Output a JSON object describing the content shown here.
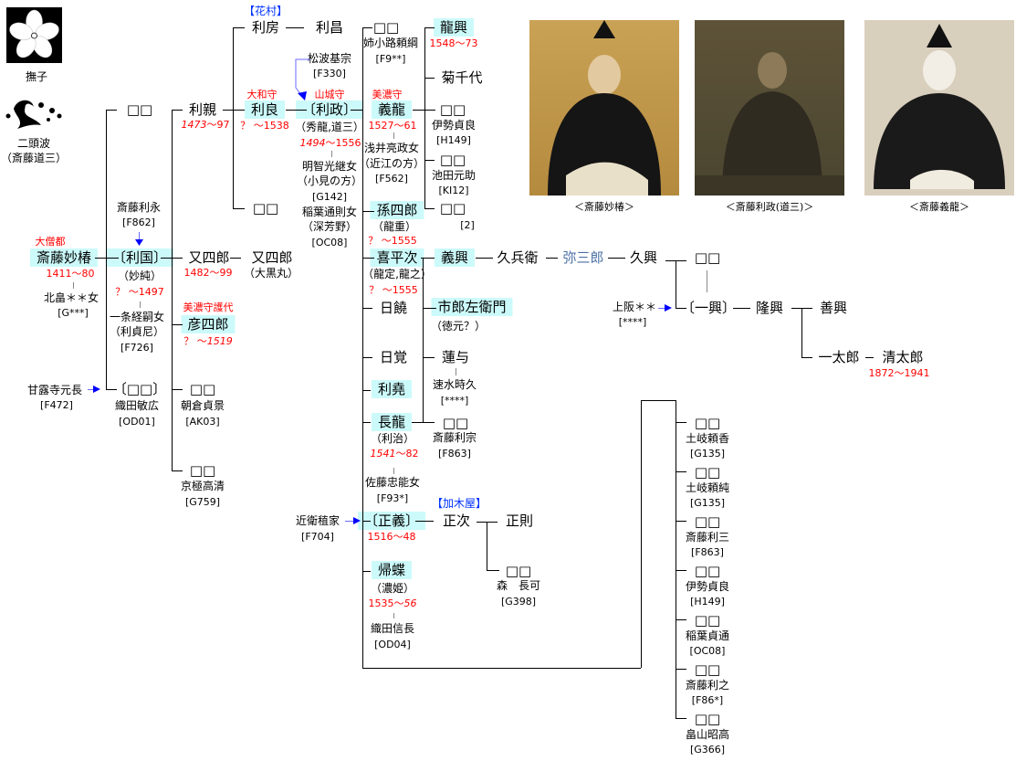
{
  "crests": {
    "nadeshiko": "撫子",
    "nitouha": "二頭波",
    "nitouha_note": "（斎藤道三）"
  },
  "portraits": {
    "myochin": "＜斎藤妙椿＞",
    "toshimasa": "＜斎藤利政(道三)＞",
    "yoshitatsu": "＜斎藤義龍＞"
  },
  "colors": {
    "highlight": "#ccfafa",
    "title_red": "#ff0000",
    "house_blue": "#0033ff"
  },
  "p": {
    "myochin": {
      "title": "大僧都",
      "name": "斎藤妙椿",
      "life": "1411〜80",
      "spouse": "北畠＊＊女",
      "spouse_code": "[G***]"
    },
    "kanroji": {
      "name": "甘露寺元長",
      "code": "[F472]"
    },
    "a_unk": {
      "name": "□□"
    },
    "toshinaga": {
      "name": "斎藤利永",
      "code": "[F862]"
    },
    "toshikuni": {
      "name": "〔利国〕",
      "alias": "（妙純）",
      "life": "？ 〜1497",
      "spouse": "一条経嗣女",
      "spouse_alias": "（利貞尼）",
      "spouse_code": "[F726]"
    },
    "b_unk": {
      "name": "〔□□〕",
      "spouse": "織田敏広",
      "spouse_code": "[OD01]"
    },
    "toshichika": {
      "name": "利親",
      "life_b": "1473",
      "life_d": "〜97"
    },
    "matashiro1": {
      "name": "又四郎",
      "life": "1482〜99"
    },
    "matashiro2": {
      "name": "又四郎",
      "alias": "（大黒丸）"
    },
    "hikoshiro": {
      "title": "美濃守護代",
      "name": "彦四郎",
      "life_b": "？ 〜",
      "life_d": "1519"
    },
    "c_unk1": {
      "name": "□□",
      "spouse": "朝倉貞景",
      "spouse_code": "[AK03]"
    },
    "c_unk2": {
      "name": "□□",
      "spouse": "京極高清",
      "spouse_code": "[G759]"
    },
    "hanamura": {
      "house": "【花村】"
    },
    "tosifusa": {
      "name": "利房"
    },
    "toshimasa2": {
      "name": "利昌"
    },
    "matsunami": {
      "name": "松波基宗",
      "code": "[F330]"
    },
    "toshinaga2": {
      "title": "大和守",
      "name": "利良",
      "life": "？ 〜1538"
    },
    "d_unk": {
      "name": "□□"
    },
    "toshimasa": {
      "title": "山城守",
      "name": "〔利政〕",
      "alias": "（秀龍,道三）",
      "life_b": "1494",
      "life_d": "〜1556",
      "spouse1": "明智光継女",
      "spouse1_alias": "（小見の方）",
      "spouse1_code": "[G142]",
      "spouse2": "稲葉通則女",
      "spouse2_alias": "（深芳野）",
      "spouse2_code": "[OC08]"
    },
    "e_unk": {
      "name": "□□",
      "spouse": "姉小路頼綱",
      "spouse_code": "[F9**]"
    },
    "yoshitatsu": {
      "title": "美濃守",
      "name": "義龍",
      "life": "1527〜61",
      "spouse": "浅井亮政女",
      "spouse_alias": "（近江の方）",
      "spouse_code": "[F562]"
    },
    "magoshiro": {
      "name": "孫四郎",
      "alias": "（龍重）",
      "life": "？ 〜1555"
    },
    "kiheiji": {
      "name": "喜平次",
      "alias": "（龍定,龍之）",
      "life": "？ 〜1555"
    },
    "nichinyo": {
      "name": "日饒"
    },
    "nikkaku": {
      "name": "日覚"
    },
    "toshitaka": {
      "name": "利堯"
    },
    "nagatatsu": {
      "name": "長龍",
      "alias": "（利治）",
      "life_b": "1541",
      "life_d": "〜82",
      "spouse": "佐藤忠能女",
      "spouse_code": "[F93*]"
    },
    "konoe": {
      "name": "近衛稙家",
      "code": "[F704]"
    },
    "masayoshi": {
      "name": "〔正義〕",
      "life": "1516〜48"
    },
    "kagiya": {
      "house": "【加木屋】"
    },
    "masatsugu": {
      "name": "正次"
    },
    "masanori": {
      "name": "正則"
    },
    "f_unk": {
      "name": "□□",
      "spouse": "森　長可",
      "spouse_code": "[G398]"
    },
    "kicho": {
      "name": "帰蝶",
      "alias": "（濃姫）",
      "life_b": "1535〜",
      "life_d": "56",
      "spouse": "織田信長",
      "spouse_code": "[OD04]"
    },
    "tatsuoki": {
      "name": "龍興",
      "life": "1548〜73"
    },
    "kikuchiyo": {
      "name": "菊千代"
    },
    "y_unk1": {
      "name": "□□",
      "spouse": "伊勢貞良",
      "spouse_code": "[H149]"
    },
    "y_unk2": {
      "name": "□□",
      "spouse": "池田元助",
      "spouse_code": "[KI12]"
    },
    "y_unk3": {
      "name": "□□",
      "note": "[2]"
    },
    "yoshioki": {
      "name": "義興"
    },
    "kyubei": {
      "name": "久兵衛"
    },
    "yasaburo": {
      "name": "弥三郎"
    },
    "hisaoki": {
      "name": "久興"
    },
    "h_unk": {
      "name": "□□"
    },
    "kousaka": {
      "name": "上阪＊＊",
      "code": "[****]"
    },
    "kazuoki": {
      "name": "〔一興〕"
    },
    "takaoki": {
      "name": "隆興"
    },
    "yoshioki2": {
      "name": "善興"
    },
    "ichitaro": {
      "name": "一太郎"
    },
    "seitaro": {
      "name": "清太郎",
      "life": "1872〜1941"
    },
    "ichirozaemon": {
      "name": "市郎左衛門",
      "alias": "（徳元？）"
    },
    "renyo": {
      "name": "蓮与",
      "spouse": "速水時久",
      "spouse_code": "[****]"
    },
    "n_unk": {
      "name": "□□",
      "spouse": "斎藤利宗",
      "spouse_code": "[F863]"
    }
  },
  "daughters": [
    {
      "name": "□□",
      "spouse": "土岐頼香",
      "code": "[G135]"
    },
    {
      "name": "□□",
      "spouse": "土岐頼純",
      "code": "[G135]"
    },
    {
      "name": "□□",
      "spouse": "斎藤利三",
      "code": "[F863]"
    },
    {
      "name": "□□",
      "spouse": "伊勢貞良",
      "code": "[H149]"
    },
    {
      "name": "□□",
      "spouse": "稲葉貞通",
      "code": "[OC08]"
    },
    {
      "name": "□□",
      "spouse": "斎藤利之",
      "code": "[F86*]"
    },
    {
      "name": "□□",
      "spouse": "畠山昭高",
      "code": "[G366]"
    }
  ]
}
